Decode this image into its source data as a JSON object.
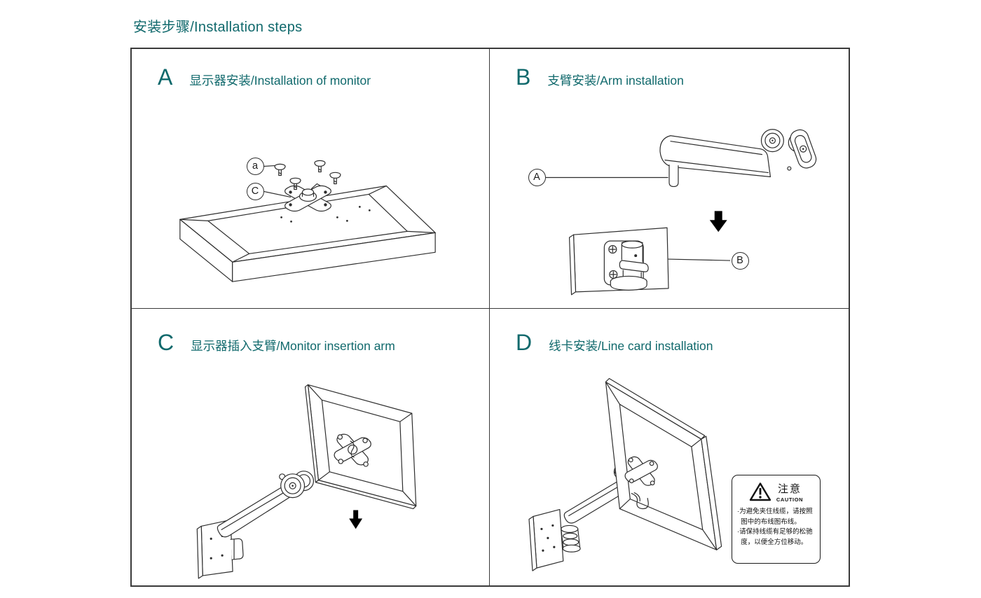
{
  "page": {
    "title": "安装步骤/Installation steps"
  },
  "colors": {
    "accent_teal": "#10696c",
    "line_art": "#2e2e2e",
    "grid_border": "#3a3a3a",
    "arrow_fill": "#000000"
  },
  "panels": [
    {
      "letter": "A",
      "title": "显示器安装/Installation of monitor",
      "callouts": [
        {
          "label": "a"
        },
        {
          "label": "C"
        }
      ]
    },
    {
      "letter": "B",
      "title": "支臂安装/Arm installation",
      "callouts": [
        {
          "label": "A"
        },
        {
          "label": "B"
        }
      ]
    },
    {
      "letter": "C",
      "title": "显示器插入支臂/Monitor insertion arm",
      "callouts": []
    },
    {
      "letter": "D",
      "title": "线卡安装/Line card installation",
      "callouts": [],
      "caution": {
        "title_cn": "注意",
        "title_en": "CAUTION",
        "items": [
          "·为避免夹住线缆，请按照图中的布线图布线。",
          "·请保持线缆有足够的松驰度，以便全方位移动。"
        ]
      }
    }
  ]
}
